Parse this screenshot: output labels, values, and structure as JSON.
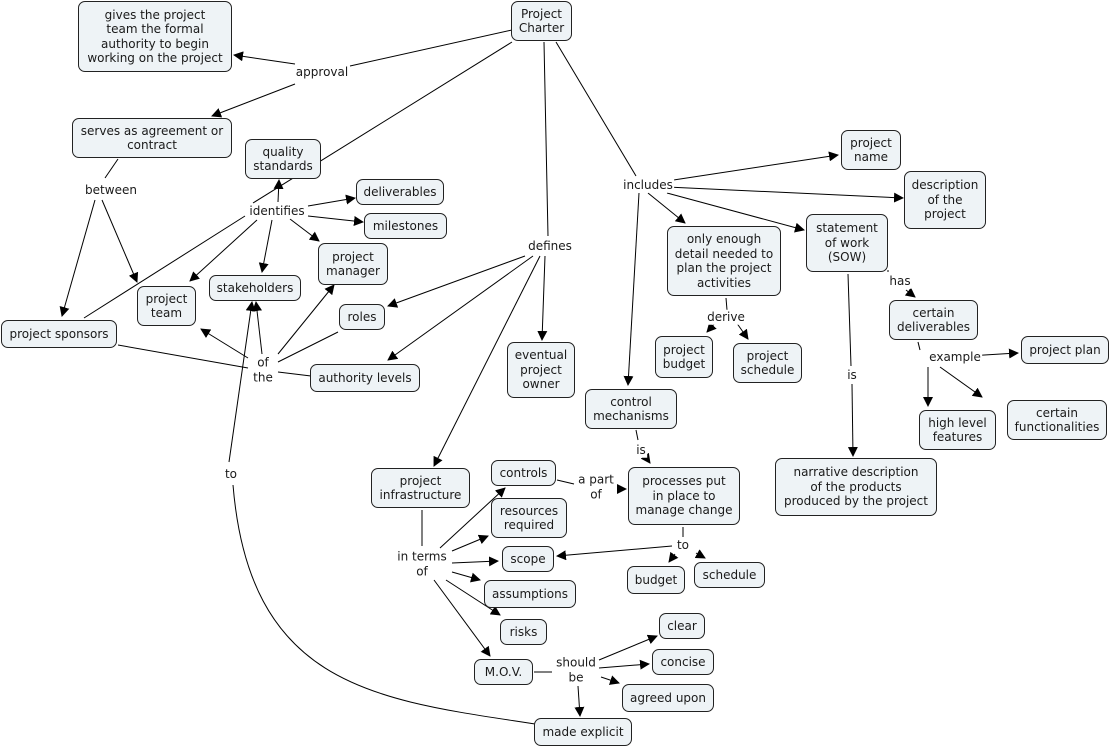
{
  "title": "Project Charter concept map",
  "nodes": {
    "charter": "Project\nCharter",
    "gives": "gives the project\nteam the formal\nauthority to begin\nworking on the project",
    "serves": "serves as agreement or\ncontract",
    "quality": "quality\nstandards",
    "deliverables": "deliverables",
    "milestones": "milestones",
    "pm": "project\nmanager",
    "stakeholders": "stakeholders",
    "team": "project\nteam",
    "sponsors": "project sponsors",
    "roles": "roles",
    "authority": "authority levels",
    "owner": "eventual\nproject\nowner",
    "infra": "project\ninfrastructure",
    "controls": "controls",
    "resources": "resources\nrequired",
    "scope": "scope",
    "assumptions": "assumptions",
    "risks": "risks",
    "mov": "M.O.V.",
    "clear": "clear",
    "concise": "concise",
    "agreed": "agreed upon",
    "explicit": "made explicit",
    "control_mech": "control\nmechanisms",
    "processes": "processes put\nin place to\nmanage change",
    "budget": "budget",
    "schedule": "schedule",
    "only_enough": "only enough\ndetail needed to\nplan the project\nactivities",
    "proj_budget": "project\nbudget",
    "proj_schedule": "project\nschedule",
    "proj_name": "project\nname",
    "description": "description\nof the\nproject",
    "sow": "statement\nof work\n(SOW)",
    "certain_deliv": "certain\ndeliverables",
    "proj_plan": "project plan",
    "high_level": "high level\nfeatures",
    "certain_func": "certain\nfunctionalities",
    "narrative": "narrative description\nof the products\nproduced by the project"
  },
  "links": {
    "approval": "approval",
    "between": "between",
    "identifies": "identifies",
    "of_the": "of\nthe",
    "defines": "defines",
    "includes": "includes",
    "derive": "derive",
    "has": "has",
    "example": "example",
    "is_sow": "is",
    "is_control": "is",
    "a_part_of": "a part\nof",
    "to_processes": "to",
    "in_terms_of": "in terms\nof",
    "should_be": "should\nbe",
    "to_explicit": "to"
  }
}
